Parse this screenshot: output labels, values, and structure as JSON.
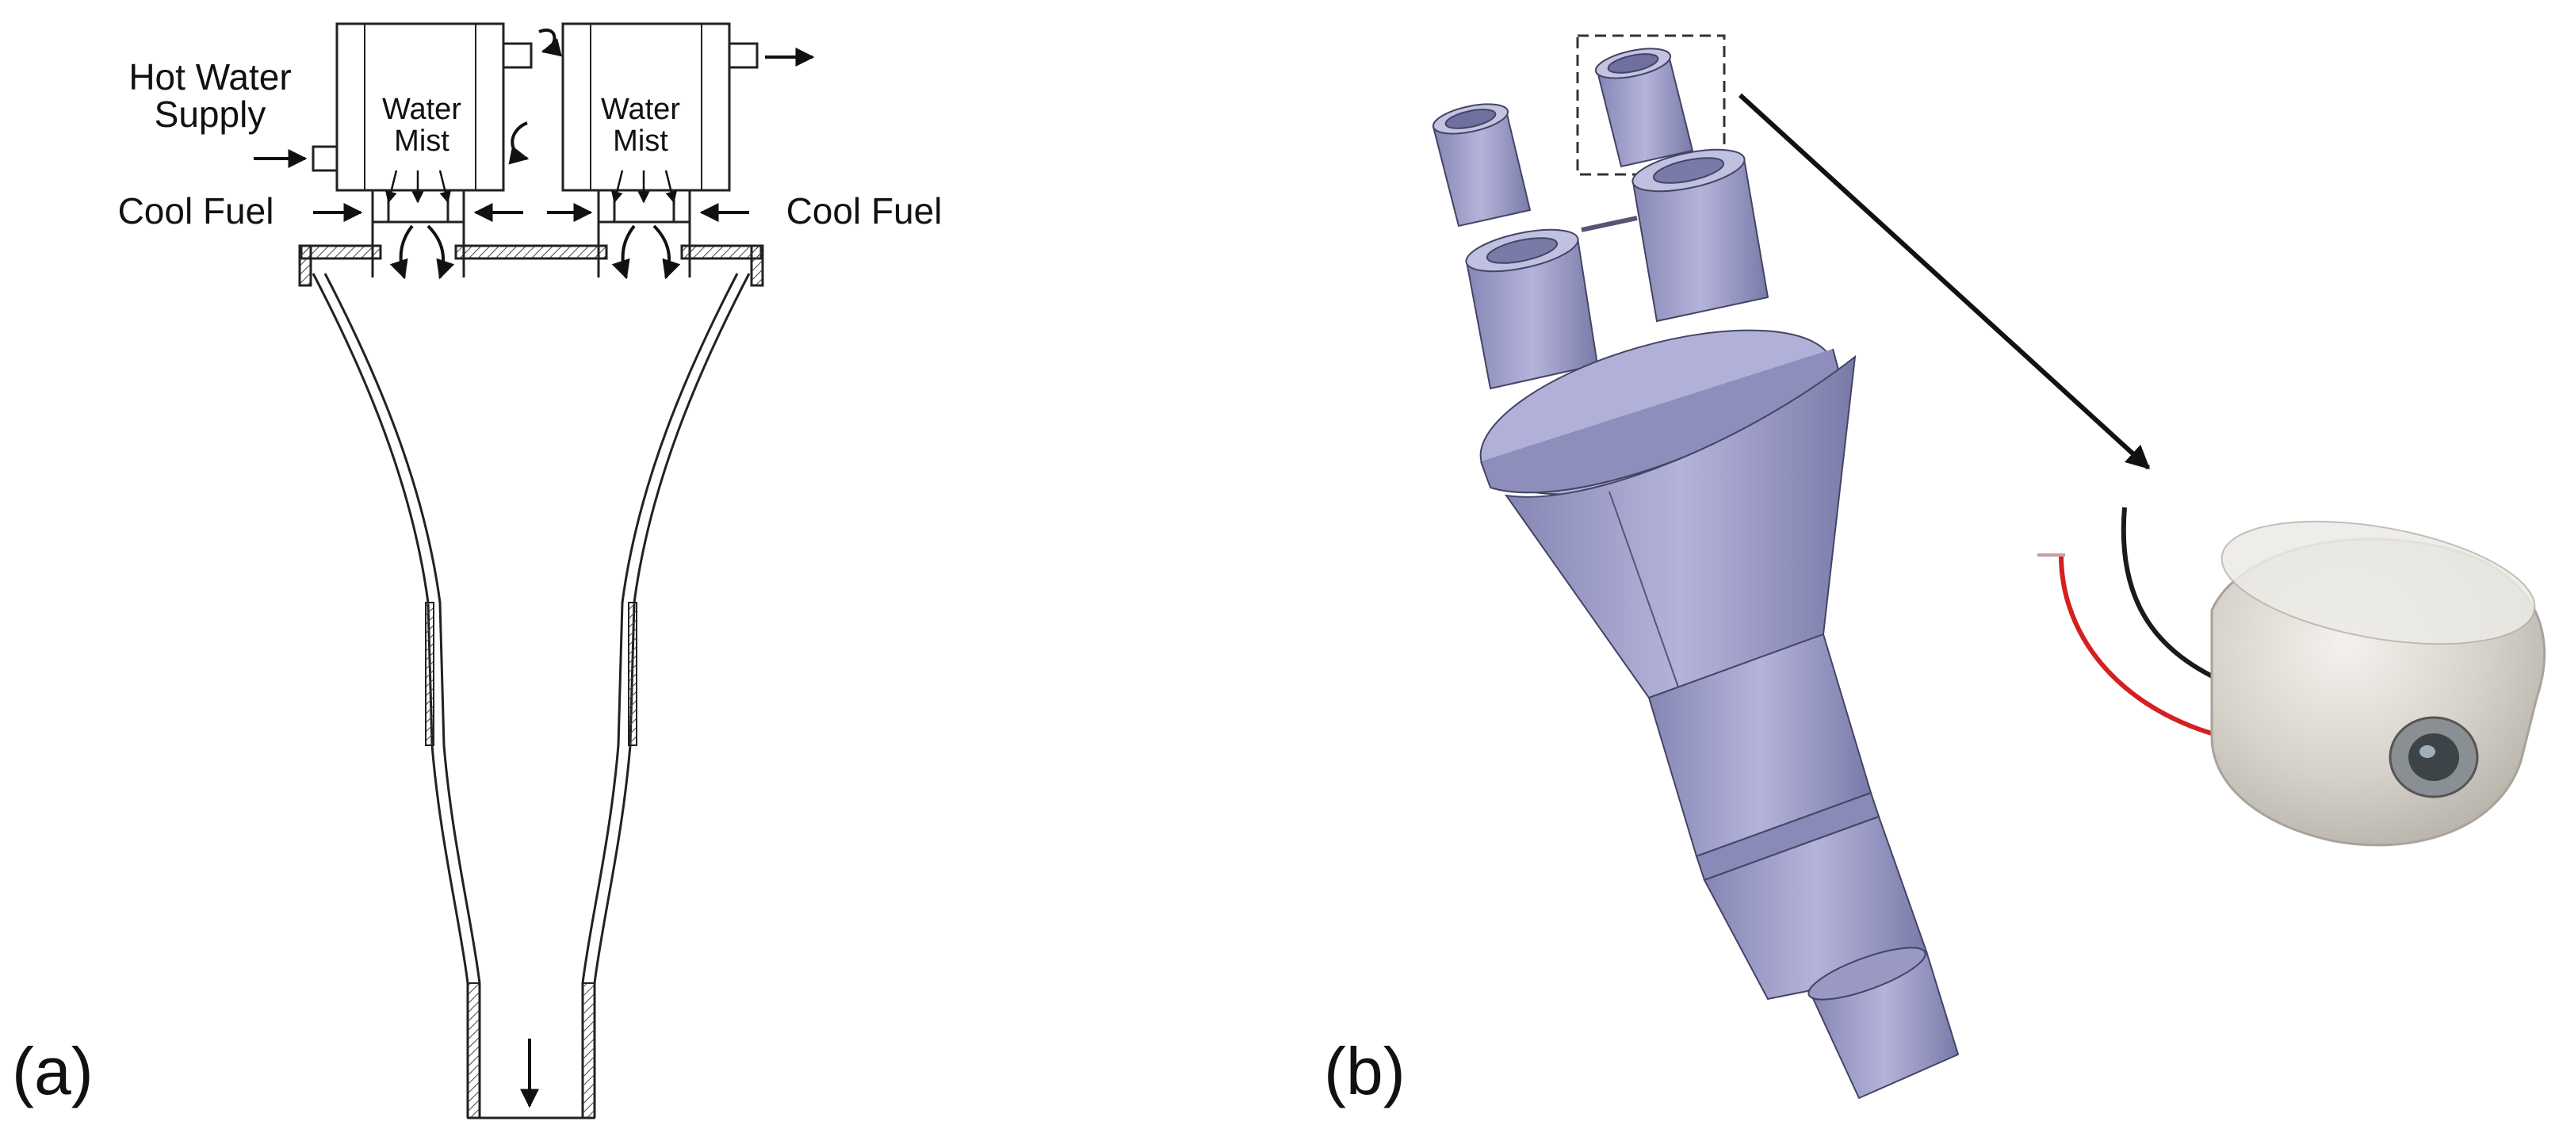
{
  "panel_a": {
    "label": "(a)",
    "hot_water_supply_line1": "Hot Water",
    "hot_water_supply_line2": "Supply",
    "water_mist_line1": "Water",
    "water_mist_line2": "Mist",
    "cool_fuel_left": "Cool Fuel",
    "cool_fuel_right": "Cool Fuel"
  },
  "panel_b": {
    "label": "(b)"
  },
  "colors": {
    "line": "#222222",
    "cad_body": "#9c9cc6",
    "cad_light": "#b9b9dc",
    "cad_dark": "#6f6f99",
    "transducer": "#d4d0c8",
    "wire_red": "#d42020",
    "wire_black": "#1a1a1a"
  }
}
